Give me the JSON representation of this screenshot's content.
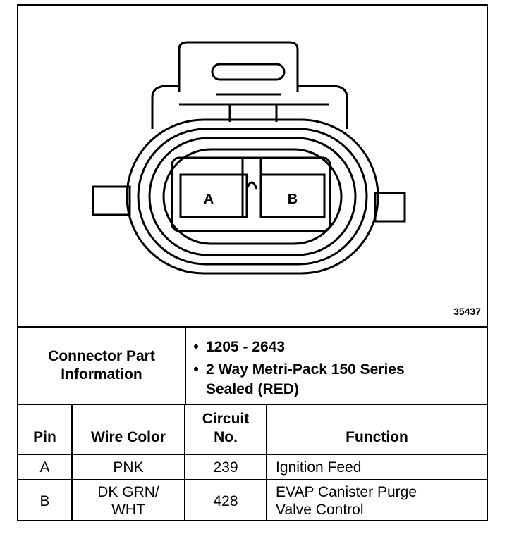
{
  "figure_number": "35437",
  "connector": {
    "pin_labels": [
      "A",
      "B"
    ]
  },
  "connector_info": {
    "label_line1": "Connector Part",
    "label_line2": "Information",
    "items": [
      {
        "bullet": "•",
        "lines": [
          "1205 - 2643"
        ]
      },
      {
        "bullet": "•",
        "lines": [
          "2 Way Metri-Pack 150 Series",
          "Sealed (RED)"
        ]
      }
    ]
  },
  "table": {
    "headers": {
      "pin": "Pin",
      "wire_color": "Wire Color",
      "circuit_line1": "Circuit",
      "circuit_line2": "No.",
      "function": "Function"
    },
    "rows": [
      {
        "pin": "A",
        "wire_line1": "PNK",
        "wire_line2": "",
        "circuit": "239",
        "function_line1": "Ignition Feed",
        "function_line2": ""
      },
      {
        "pin": "B",
        "wire_line1": "DK GRN/",
        "wire_line2": "WHT",
        "circuit": "428",
        "function_line1": "EVAP Canister Purge",
        "function_line2": "Valve Control"
      }
    ]
  }
}
